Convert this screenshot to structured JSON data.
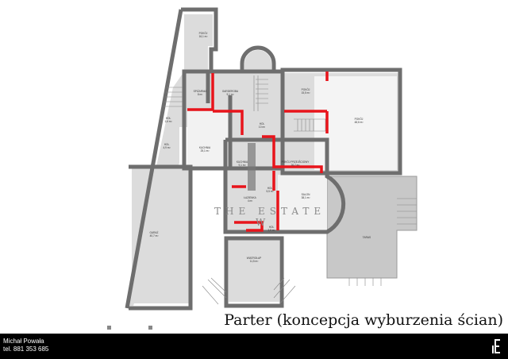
{
  "title": "Parter (koncepcja wyburzenia ścian)",
  "footer": {
    "name": "Michał Powała",
    "phone": "tel. 881 353 685"
  },
  "watermark": {
    "line1": "THE ESTATE",
    "line2": "W"
  },
  "rooms": [
    {
      "name": "POKÓJ",
      "area": "16,1 m²"
    },
    {
      "name": "SPIŻARNIA",
      "area": "8 m²"
    },
    {
      "name": "GARDEROBA",
      "area": "9,1 m²"
    },
    {
      "name": "HOL",
      "area": "1,6 m²"
    },
    {
      "name": "HOL",
      "area": "4,9 m²"
    },
    {
      "name": "KUCHNIA",
      "area": "25,1 m²"
    },
    {
      "name": "HOL",
      "area": "10 m²"
    },
    {
      "name": "POKÓJ",
      "area": "15,5 m²"
    },
    {
      "name": "POKÓJ",
      "area": "48,6 m²"
    },
    {
      "name": "KUCHNIA",
      "area": "9,1 m²"
    },
    {
      "name": "POKÓJ PRZEJŚCIOWY",
      "area": "26,7 m²"
    },
    {
      "name": "SALON",
      "area": "38,1 m²"
    },
    {
      "name": "HOL",
      "area": "5,5 m²"
    },
    {
      "name": "HOL",
      "area": "3,5 m²"
    },
    {
      "name": "ŁAZIENKA",
      "area": "4 m²"
    },
    {
      "name": "WIATROŁAP",
      "area": "11,5 m²"
    },
    {
      "name": "GARAŻ",
      "area": "40,7 m²"
    },
    {
      "name": "TARAS",
      "area": ""
    }
  ],
  "colors": {
    "wall": "#6e6e6e",
    "floor": "#dcdcdc",
    "demolition": "#e8141b",
    "footer": "#000000"
  }
}
